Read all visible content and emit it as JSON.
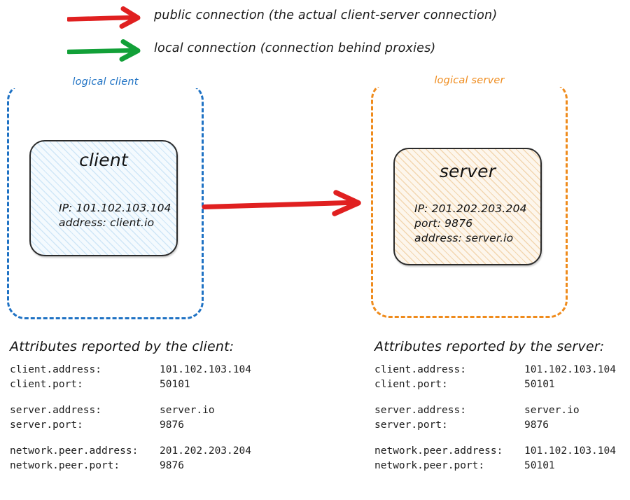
{
  "legend": {
    "items": [
      {
        "icon": "red-arrow-icon",
        "color": "#e02020",
        "label": "public connection (the actual client-server connection)"
      },
      {
        "icon": "green-arrow-icon",
        "color": "#12a038",
        "label": "local connection (connection behind proxies)"
      }
    ]
  },
  "diagram": {
    "logical_client": {
      "label": "logical client",
      "border_color": "#1f72c4",
      "node": {
        "title": "client",
        "details": "IP: 101.102.103.104\naddress: client.io",
        "detail_lines": [
          "IP: 101.102.103.104",
          "address: client.io"
        ],
        "fill": "#f4fafe",
        "hatch": "#cfe6f7"
      }
    },
    "logical_server": {
      "label": "logical server",
      "border_color": "#ef8b1c",
      "node": {
        "title": "server",
        "details": "IP: 201.202.203.204\nport: 9876\naddress: server.io",
        "detail_lines": [
          "IP: 201.202.203.204",
          "port: 9876",
          "address: server.io"
        ],
        "fill": "#fdf6ec",
        "hatch": "#f2d6b0"
      }
    },
    "connection_arrow": {
      "name": "public-connection-arrow",
      "color": "#e02020",
      "from": "client",
      "to": "server"
    }
  },
  "client_attributes": {
    "heading": "Attributes reported by the client:",
    "groups": [
      {
        "rows": [
          {
            "key": "client.address:",
            "value": "101.102.103.104"
          },
          {
            "key": "client.port:",
            "value": "50101"
          }
        ]
      },
      {
        "rows": [
          {
            "key": "server.address:",
            "value": "server.io"
          },
          {
            "key": "server.port:",
            "value": "9876"
          }
        ]
      },
      {
        "rows": [
          {
            "key": "network.peer.address:",
            "value": "201.202.203.204"
          },
          {
            "key": "network.peer.port:",
            "value": "9876"
          }
        ]
      }
    ]
  },
  "server_attributes": {
    "heading": "Attributes reported by the server:",
    "groups": [
      {
        "rows": [
          {
            "key": "client.address:",
            "value": "101.102.103.104"
          },
          {
            "key": "client.port:",
            "value": "50101"
          }
        ]
      },
      {
        "rows": [
          {
            "key": "server.address:",
            "value": "server.io"
          },
          {
            "key": "server.port:",
            "value": "9876"
          }
        ]
      },
      {
        "rows": [
          {
            "key": "network.peer.address:",
            "value": "101.102.103.104"
          },
          {
            "key": "network.peer.port:",
            "value": "50101"
          }
        ]
      }
    ]
  }
}
